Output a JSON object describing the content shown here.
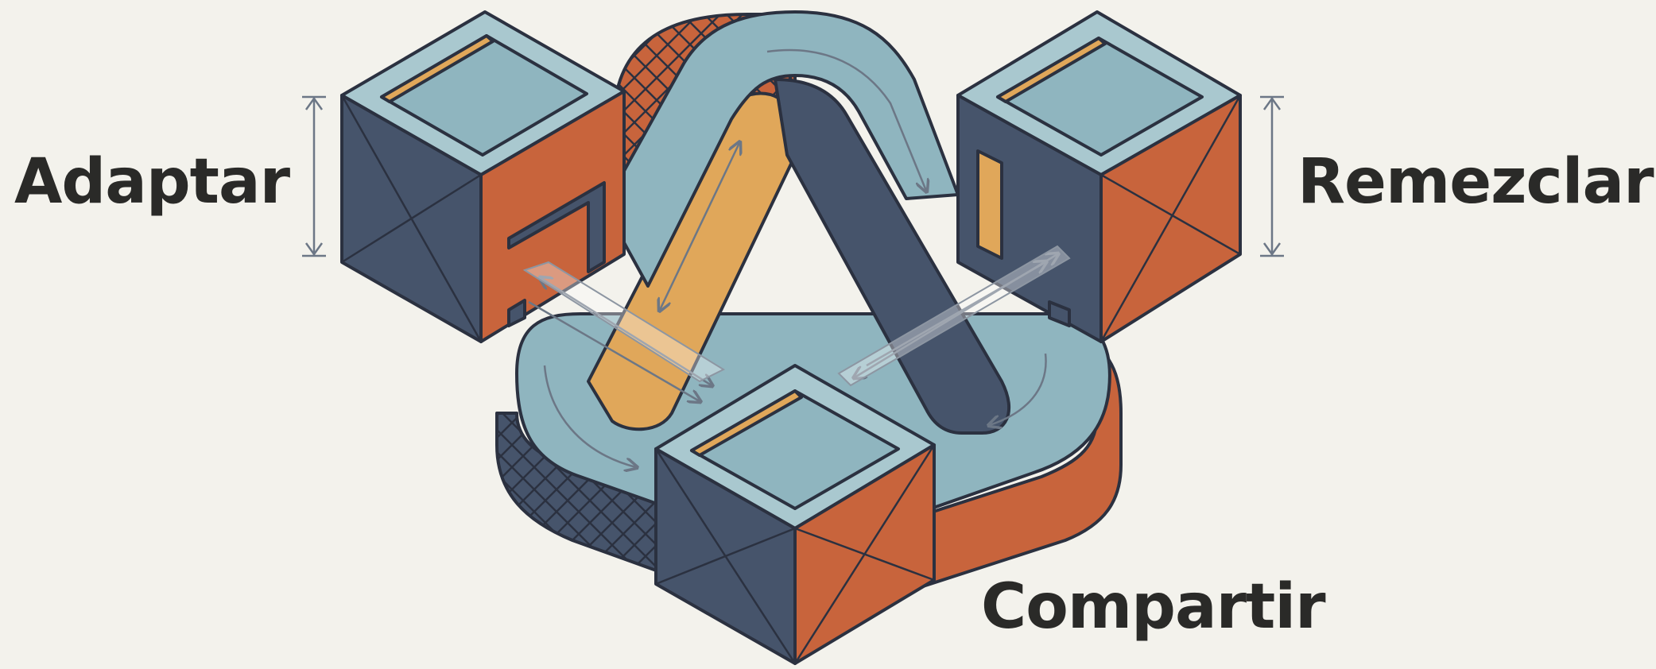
{
  "labels": {
    "adapt": "Adaptar",
    "remix": "Remezclar",
    "share": "Compartir"
  },
  "colors": {
    "background": "#f3f2ec",
    "outline": "#2b3140",
    "navy": "#46546b",
    "light_blue": "#8fb5bf",
    "light_blue_top": "#a9c8cf",
    "orange": "#c8643c",
    "orange_dark": "#a94f2d",
    "yellow": "#e0a75a",
    "arrow": "#6c7786",
    "text": "#2a2a28"
  },
  "icons": [
    "cube-icon",
    "cube-icon",
    "cube-icon",
    "loop-belt-icon",
    "dimension-arrow-icon"
  ]
}
